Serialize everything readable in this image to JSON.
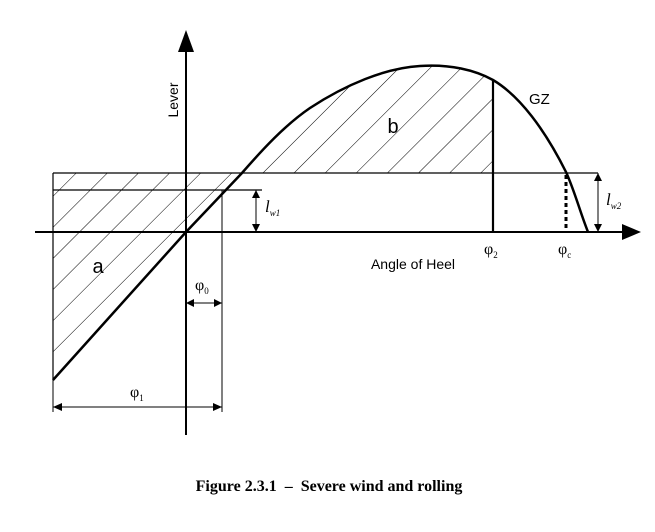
{
  "diagram": {
    "axis_labels": {
      "vertical": "Lever",
      "horizontal": "Angle of Heel"
    },
    "curve_label": "GZ",
    "area_labels": {
      "lower": "a",
      "upper": "b"
    },
    "lever_labels": {
      "lw1": {
        "main": "l",
        "sub": "w1"
      },
      "lw2": {
        "main": "l",
        "sub": "w2"
      }
    },
    "angle_labels": {
      "phi0": {
        "main": "φ",
        "sub": "0"
      },
      "phi1": {
        "main": "φ",
        "sub": "1"
      },
      "phi2": {
        "main": "φ",
        "sub": "2"
      },
      "phic": {
        "main": "φ",
        "sub": "c"
      }
    }
  },
  "caption": "Figure 2.3.1  –  Severe wind and rolling"
}
